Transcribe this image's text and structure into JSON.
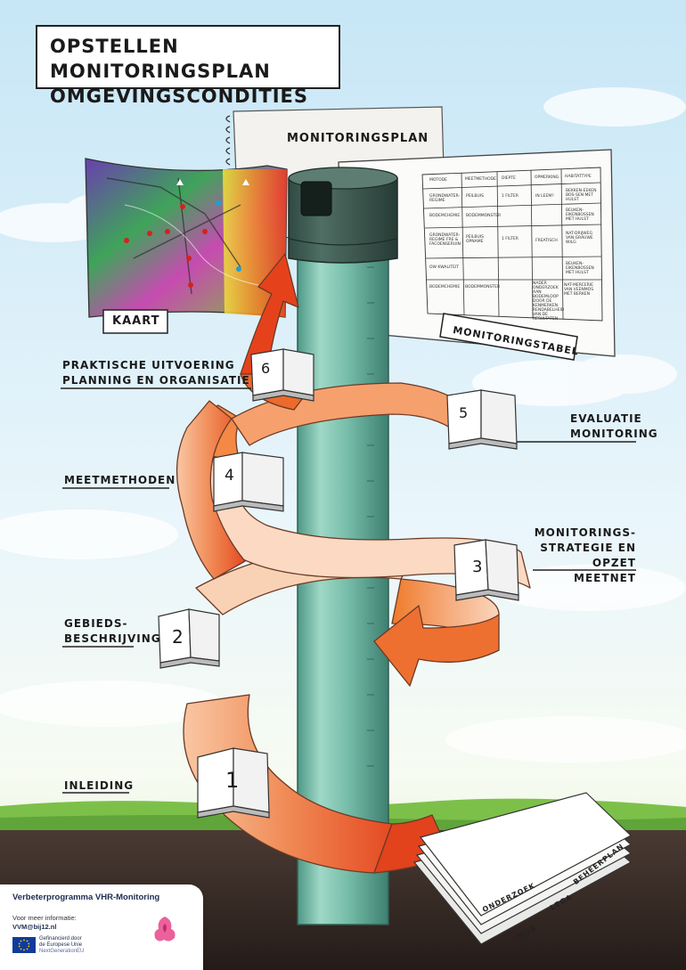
{
  "title": {
    "line1": "OPSTELLEN MONITORINGSPLAN",
    "line2": "OMGEVINGSCONDITIES"
  },
  "documents": {
    "notebook_label": "MONITORINGSPLAN",
    "map_label": "KAART",
    "table_label": "MONITORINGSTABEL",
    "table": {
      "headers": [
        "MOTODE",
        "MEETMETHODE",
        "DIEPTE",
        "OPMERKING",
        "HABITATTYPE"
      ],
      "rows": [
        [
          "GRONDWATER-REGIME",
          "PEILBUIS",
          "1 FILTER",
          "IN LEEM?",
          "BEKKEN-EEKEN BOS-SEN MET HULST"
        ],
        [
          "BODEMCHEMIE",
          "BODEMMONSTER",
          "",
          "",
          "BEUKEN-EIKENBOSSEN MET HULST"
        ],
        [
          "GRONDWATER-REGIME FRE & FACOENSERUIN",
          "PEILBUIS OPNAME",
          "1 FILTER",
          "FREATISCH",
          "NAT-DRIJWEG VAN GRAUWE WILG"
        ],
        [
          "OW KWALITEIT",
          "",
          "",
          "",
          "BEUKEN-EIKENBOSSEN MET HULST"
        ],
        [
          "BODEMCHEMIE",
          "BODEMMONSTER",
          "",
          "NADER ONDERZOEK AAN BODEMLOOP DOOR DE KENMERKEN RENDABELHEID VAN DE RESULTATEN",
          "NAT-MERCERIE VAN VEENMOS MET BERKEN"
        ]
      ]
    }
  },
  "steps": [
    {
      "number": "1",
      "label_lines": [
        "INLEIDING"
      ]
    },
    {
      "number": "2",
      "label_lines": [
        "GEBIEDS-",
        "BESCHRIJVING"
      ]
    },
    {
      "number": "3",
      "label_lines": [
        "MONITORINGS-",
        "STRATEGIE EN",
        "OPZET MEETNET"
      ]
    },
    {
      "number": "4",
      "label_lines": [
        "MEETMETHODEN"
      ]
    },
    {
      "number": "5",
      "label_lines": [
        "EVALUATIE",
        "MONITORING"
      ]
    },
    {
      "number": "6",
      "label_lines": [
        "PRAKTISCHE UITVOERING",
        "PLANNING EN ORGANISATIE"
      ]
    }
  ],
  "paper_stack": {
    "tabs": [
      "ONDERZOEK",
      "BEHEERPLAN",
      "LEGA",
      "NDA"
    ]
  },
  "footer": {
    "program": "Verbeterprogramma VHR-Monitoring",
    "info_label": "Voor meer informatie:",
    "email": "VVM@bij12.nl",
    "eu_line1": "Gefinancierd door",
    "eu_line2": "de Europese Unie",
    "eu_line3": "NextGenerationEU"
  },
  "colors": {
    "sky_top": "#bfe0f2",
    "grass": "#7cc04a",
    "soil": "#3b2e2a",
    "pipe": "#6fb8a4",
    "arrow_dark": "#e23b1e",
    "arrow_light": "#f6b48a"
  }
}
